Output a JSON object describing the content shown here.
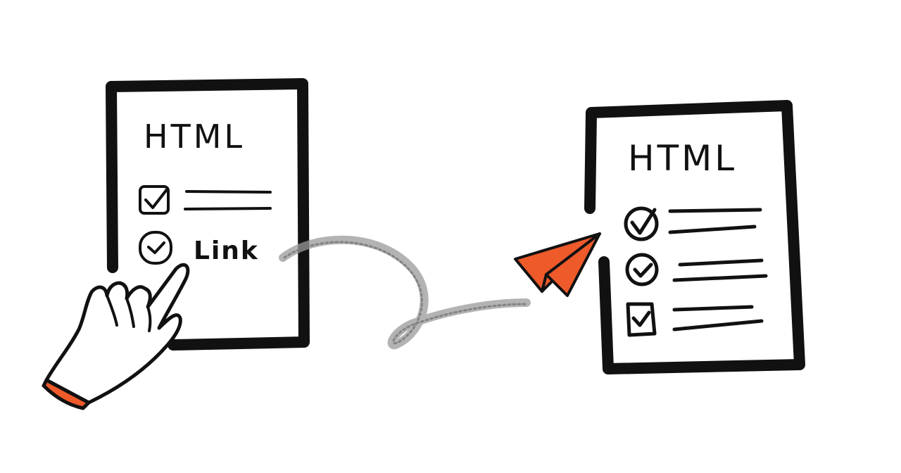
{
  "left_document": {
    "title": "HTML",
    "link_label": "Link"
  },
  "right_document": {
    "title": "HTML"
  },
  "colors": {
    "ink": "#111111",
    "accent": "#ee5a2a",
    "pencil": "#9a9a9a",
    "paper": "#ffffff"
  },
  "icons": {
    "hand": "pointing-hand-icon",
    "plane": "paper-plane-icon",
    "checkbox": "checkbox-icon"
  }
}
